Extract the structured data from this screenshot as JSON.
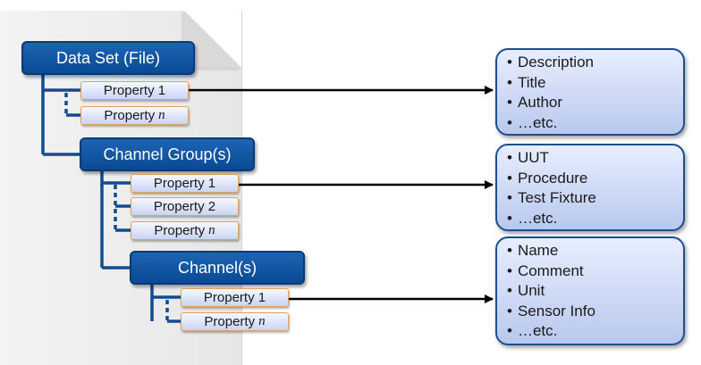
{
  "tree": {
    "file": "Data Set (File)",
    "group": "Channel Group(s)",
    "channel": "Channel(s)",
    "props": {
      "file_prop_1": "Property 1",
      "file_prop_n": "Property",
      "group_prop_1": "Property 1",
      "group_prop_2": "Property 2",
      "group_prop_n": "Property",
      "channel_prop_1": "Property 1",
      "channel_prop_n": "Property"
    },
    "n_symbol": "n"
  },
  "panels": {
    "file": [
      "Description",
      "Title",
      "Author",
      "…etc."
    ],
    "group": [
      "UUT",
      "Procedure",
      "Test Fixture",
      "…etc."
    ],
    "channel": [
      "Name",
      "Comment",
      "Unit",
      "Sensor Info",
      "…etc."
    ]
  },
  "colors": {
    "node_fill": "#0f569f",
    "connector": "#0f4c92",
    "property_border": "#e0a05a",
    "panel_border": "#1b4f91",
    "arrow": "#000000"
  }
}
